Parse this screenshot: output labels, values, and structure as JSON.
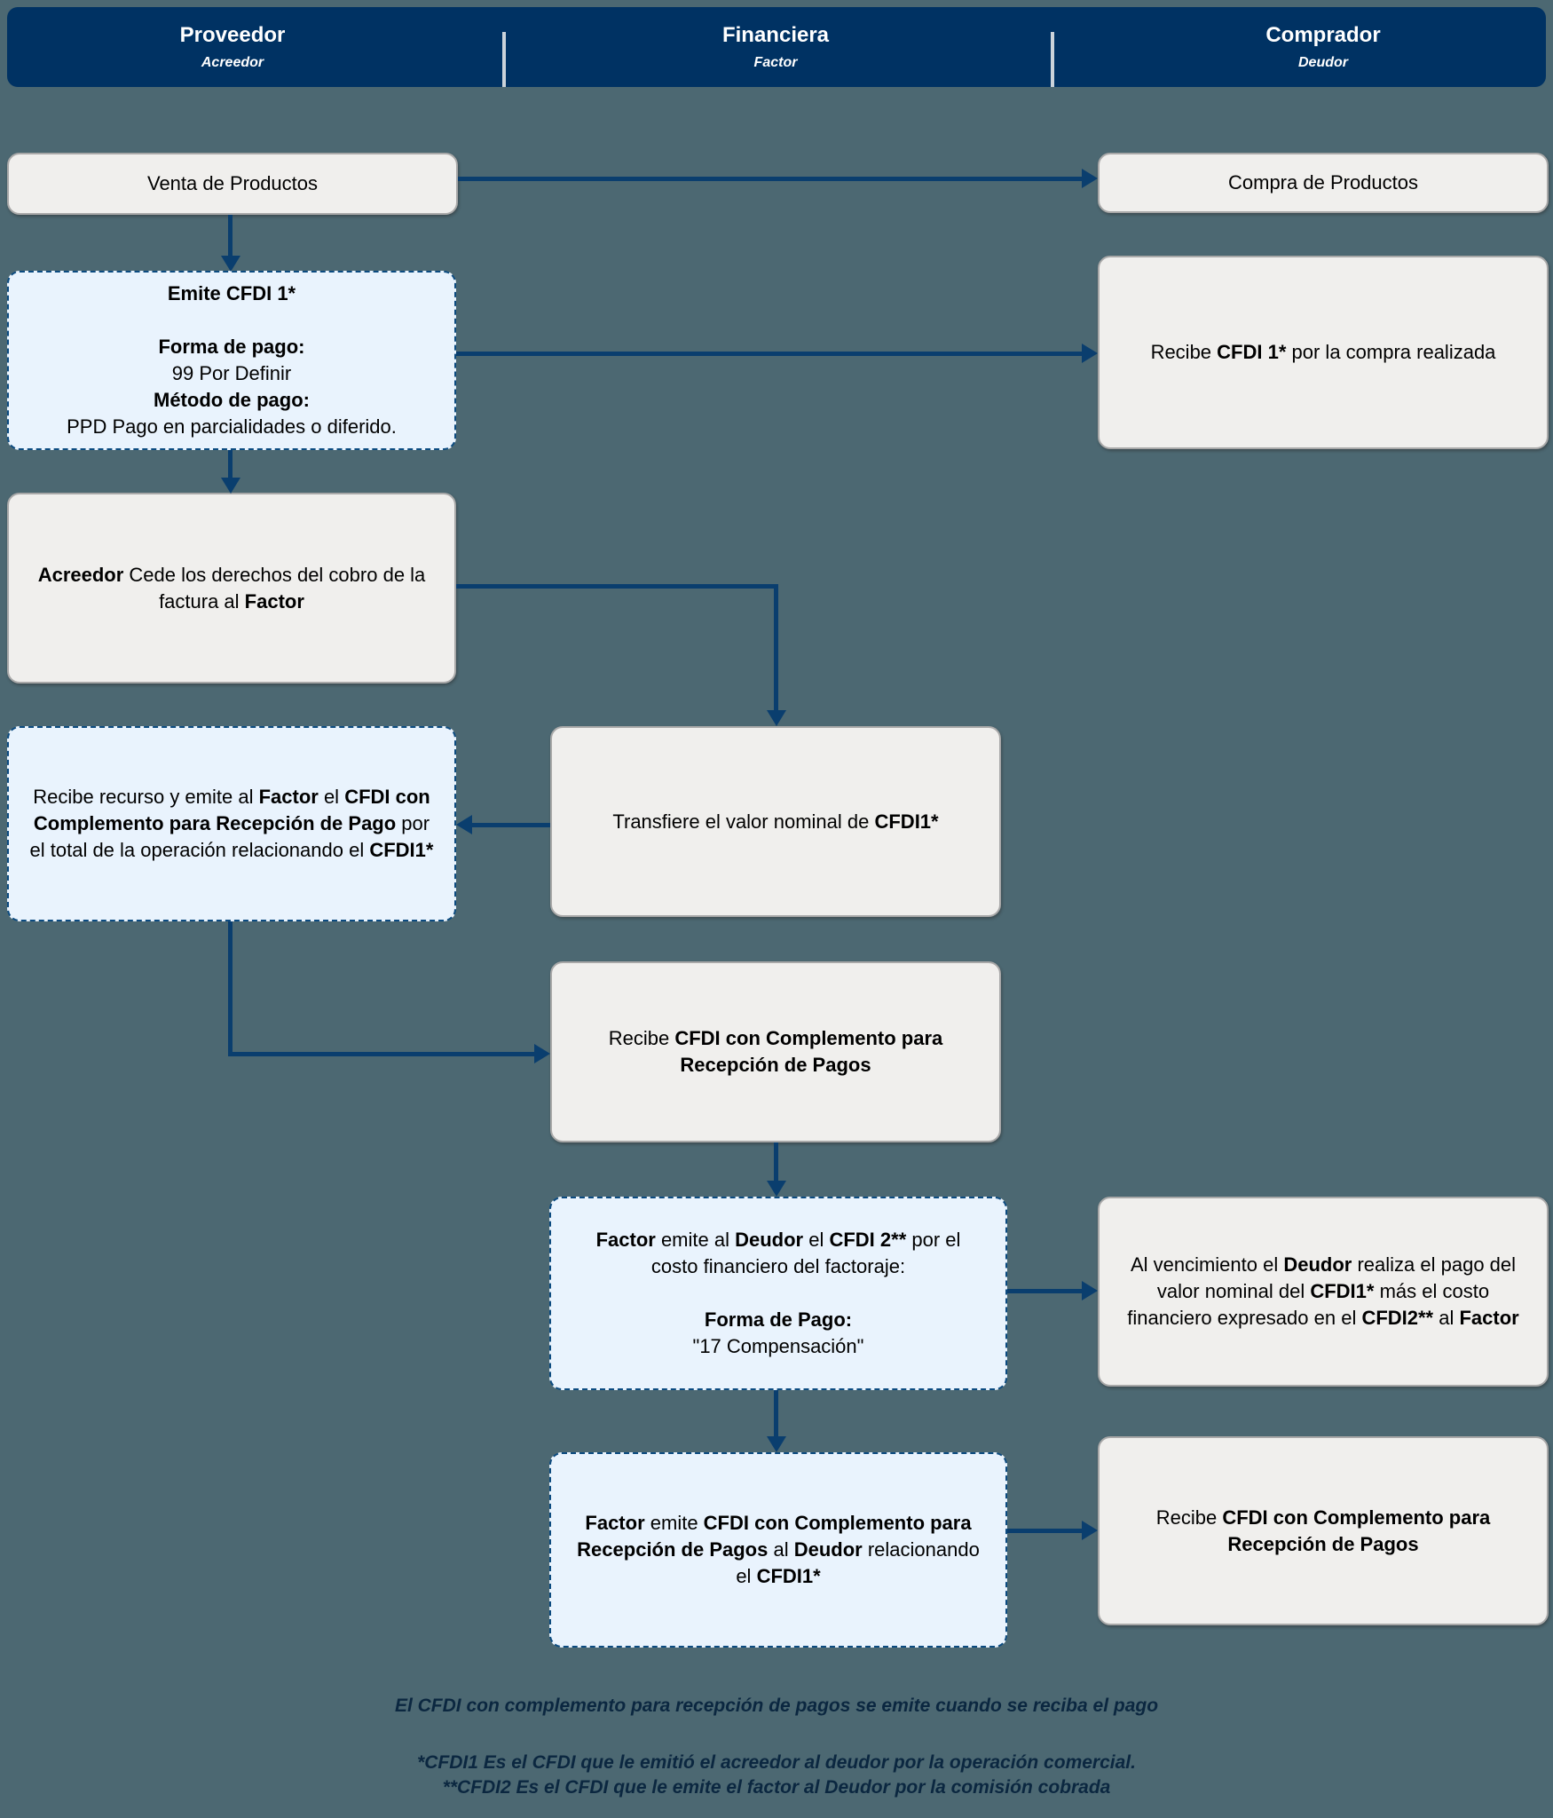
{
  "header": {
    "columns": [
      {
        "title": "Proveedor",
        "subtitle": "Acreedor"
      },
      {
        "title": "Financiera",
        "subtitle": "Factor"
      },
      {
        "title": "Comprador",
        "subtitle": "Deudor"
      }
    ]
  },
  "boxes": {
    "venta": {
      "style": "gray",
      "lines": [
        [
          {
            "t": "Venta de Productos"
          }
        ]
      ]
    },
    "compra": {
      "style": "gray",
      "lines": [
        [
          {
            "t": "Compra de Productos"
          }
        ]
      ]
    },
    "emite_cfdi1": {
      "style": "blue",
      "lines": [
        [
          {
            "t": "Emite CFDI 1*",
            "b": true
          }
        ],
        [],
        [
          {
            "t": "Forma de pago:",
            "b": true
          }
        ],
        [
          {
            "t": "99 Por Definir"
          }
        ],
        [
          {
            "t": "Método de pago:",
            "b": true
          }
        ],
        [
          {
            "t": "PPD Pago en parcialidades o diferido."
          }
        ]
      ]
    },
    "recibe_cfdi1": {
      "style": "gray",
      "lines": [
        [
          {
            "t": "Recibe "
          },
          {
            "t": "CFDI 1*",
            "b": true
          },
          {
            "t": " por la compra realizada"
          }
        ]
      ]
    },
    "acreedor_cede": {
      "style": "gray",
      "lines": [
        [
          {
            "t": "Acreedor",
            "b": true
          },
          {
            "t": " Cede los derechos del cobro de la factura al "
          },
          {
            "t": "Factor",
            "b": true
          }
        ]
      ]
    },
    "transfiere": {
      "style": "gray",
      "lines": [
        [
          {
            "t": "Transfiere el valor nominal de "
          },
          {
            "t": "CFDI1*",
            "b": true
          }
        ]
      ]
    },
    "recibe_recurso": {
      "style": "blue",
      "lines": [
        [
          {
            "t": "Recibe recurso y emite al "
          },
          {
            "t": "Factor",
            "b": true
          },
          {
            "t": " el "
          },
          {
            "t": "CFDI con Complemento para Recepción de Pago",
            "b": true
          },
          {
            "t": " por el total de la operación relacionando el "
          },
          {
            "t": "CFDI1*",
            "b": true
          }
        ]
      ]
    },
    "recibe_complemento_mid": {
      "style": "gray",
      "lines": [
        [
          {
            "t": "Recibe "
          },
          {
            "t": "CFDI con Complemento para Recepción de Pagos",
            "b": true
          }
        ]
      ]
    },
    "factor_emite_cfdi2": {
      "style": "blue",
      "lines": [
        [
          {
            "t": "Factor",
            "b": true
          },
          {
            "t": " emite al "
          },
          {
            "t": "Deudor",
            "b": true
          },
          {
            "t": " el "
          },
          {
            "t": "CFDI 2**",
            "b": true
          },
          {
            "t": " por el costo financiero del factoraje:"
          }
        ],
        [],
        [
          {
            "t": "Forma de Pago:",
            "b": true
          }
        ],
        [
          {
            "t": "\"17 Compensación\""
          }
        ]
      ]
    },
    "al_vencimiento": {
      "style": "gray",
      "lines": [
        [
          {
            "t": "Al vencimiento el "
          },
          {
            "t": "Deudor",
            "b": true
          },
          {
            "t": " realiza el pago del valor nominal del "
          },
          {
            "t": "CFDI1*",
            "b": true
          },
          {
            "t": " más el costo financiero expresado en el "
          },
          {
            "t": "CFDI2**",
            "b": true
          },
          {
            "t": " al "
          },
          {
            "t": "Factor",
            "b": true
          }
        ]
      ]
    },
    "factor_emite_complemento": {
      "style": "blue",
      "lines": [
        [
          {
            "t": "Factor",
            "b": true
          },
          {
            "t": " emite "
          },
          {
            "t": "CFDI con Complemento para Recepción de Pagos",
            "b": true
          },
          {
            "t": " al "
          },
          {
            "t": "Deudor",
            "b": true
          },
          {
            "t": " relacionando el "
          },
          {
            "t": "CFDI1*",
            "b": true
          }
        ]
      ]
    },
    "recibe_complemento_deudor": {
      "style": "gray",
      "lines": [
        [
          {
            "t": "Recibe "
          },
          {
            "t": "CFDI con Complemento para Recepción de Pagos",
            "b": true
          }
        ]
      ]
    }
  },
  "notes": [
    "El CFDI con complemento para recepción de pagos se emite cuando se reciba el pago",
    "*CFDI1 Es el CFDI que le emitió el acreedor al deudor por la operación comercial.",
    "**CFDI2 Es el CFDI que le emite el factor al Deudor por la comisión cobrada"
  ],
  "colors": {
    "background": "#4C6872",
    "header_bg": "#003263",
    "arrow_line": "#0A3E6E",
    "gray_box_fill": "#F0EFED",
    "gray_box_border": "#A8A8A8",
    "blue_box_fill": "#E9F3FD",
    "blue_box_dashed_border": "#0C4B80",
    "header_text": "#FFFFFF",
    "box_text": "#000000",
    "notes_text": "#0B2740"
  }
}
